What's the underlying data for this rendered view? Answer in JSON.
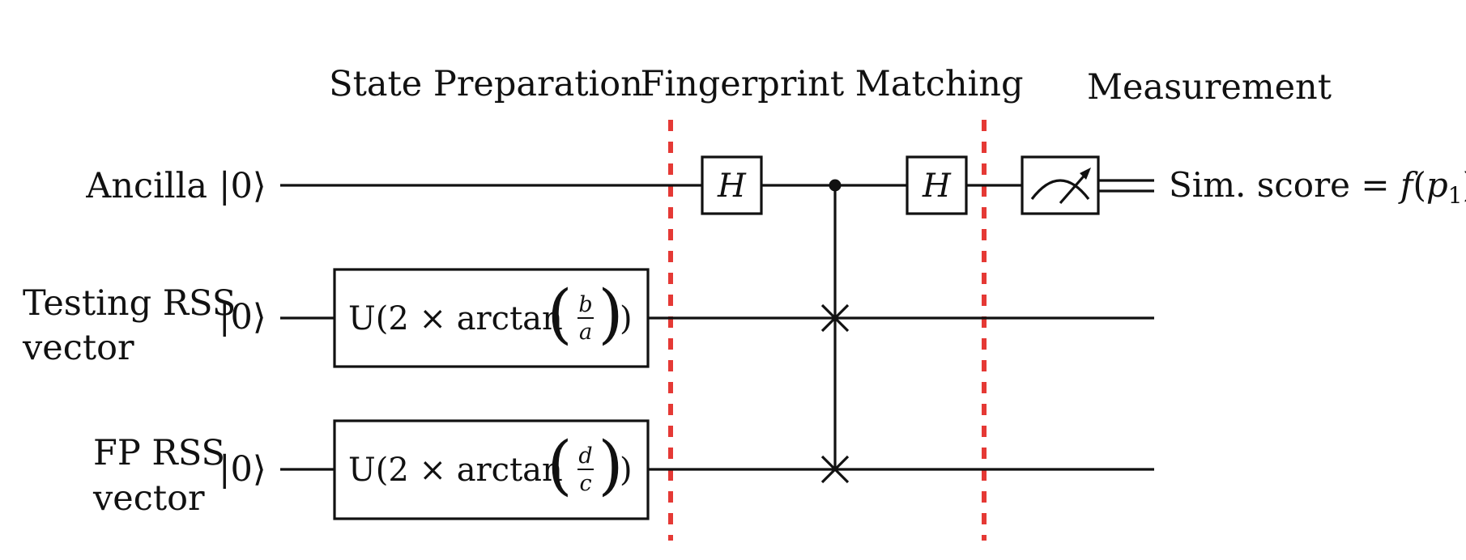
{
  "sections": {
    "state_preparation": "State Preparation",
    "fingerprint_matching": "Fingerprint Matching",
    "measurement": "Measurement"
  },
  "qubits": {
    "ancilla": {
      "label": "Ancilla",
      "ket": "|0⟩"
    },
    "testing": {
      "label_line1": "Testing RSS",
      "label_line2": "vector",
      "ket": "|0⟩"
    },
    "fp": {
      "label_line1": "FP RSS",
      "label_line2": "vector",
      "ket": "|0⟩"
    }
  },
  "gates": {
    "hadamard_1": "H",
    "hadamard_2": "H",
    "u_testing": {
      "prefix": "U(2 × arctan",
      "numerator": "b",
      "denominator": "a",
      "suffix": ")"
    },
    "u_fp": {
      "prefix": "U(2 × arctan",
      "numerator": "d",
      "denominator": "c",
      "suffix": ")"
    }
  },
  "output": {
    "text": "Sim. score = ",
    "func": "f",
    "arg": "p",
    "sub": "1"
  },
  "colors": {
    "wire": "#111111",
    "separator": "#e53935",
    "background": "#ffffff"
  },
  "icons": {
    "measurement": "meter-icon",
    "control": "control-dot-icon",
    "swap": "swap-cross-icon"
  }
}
